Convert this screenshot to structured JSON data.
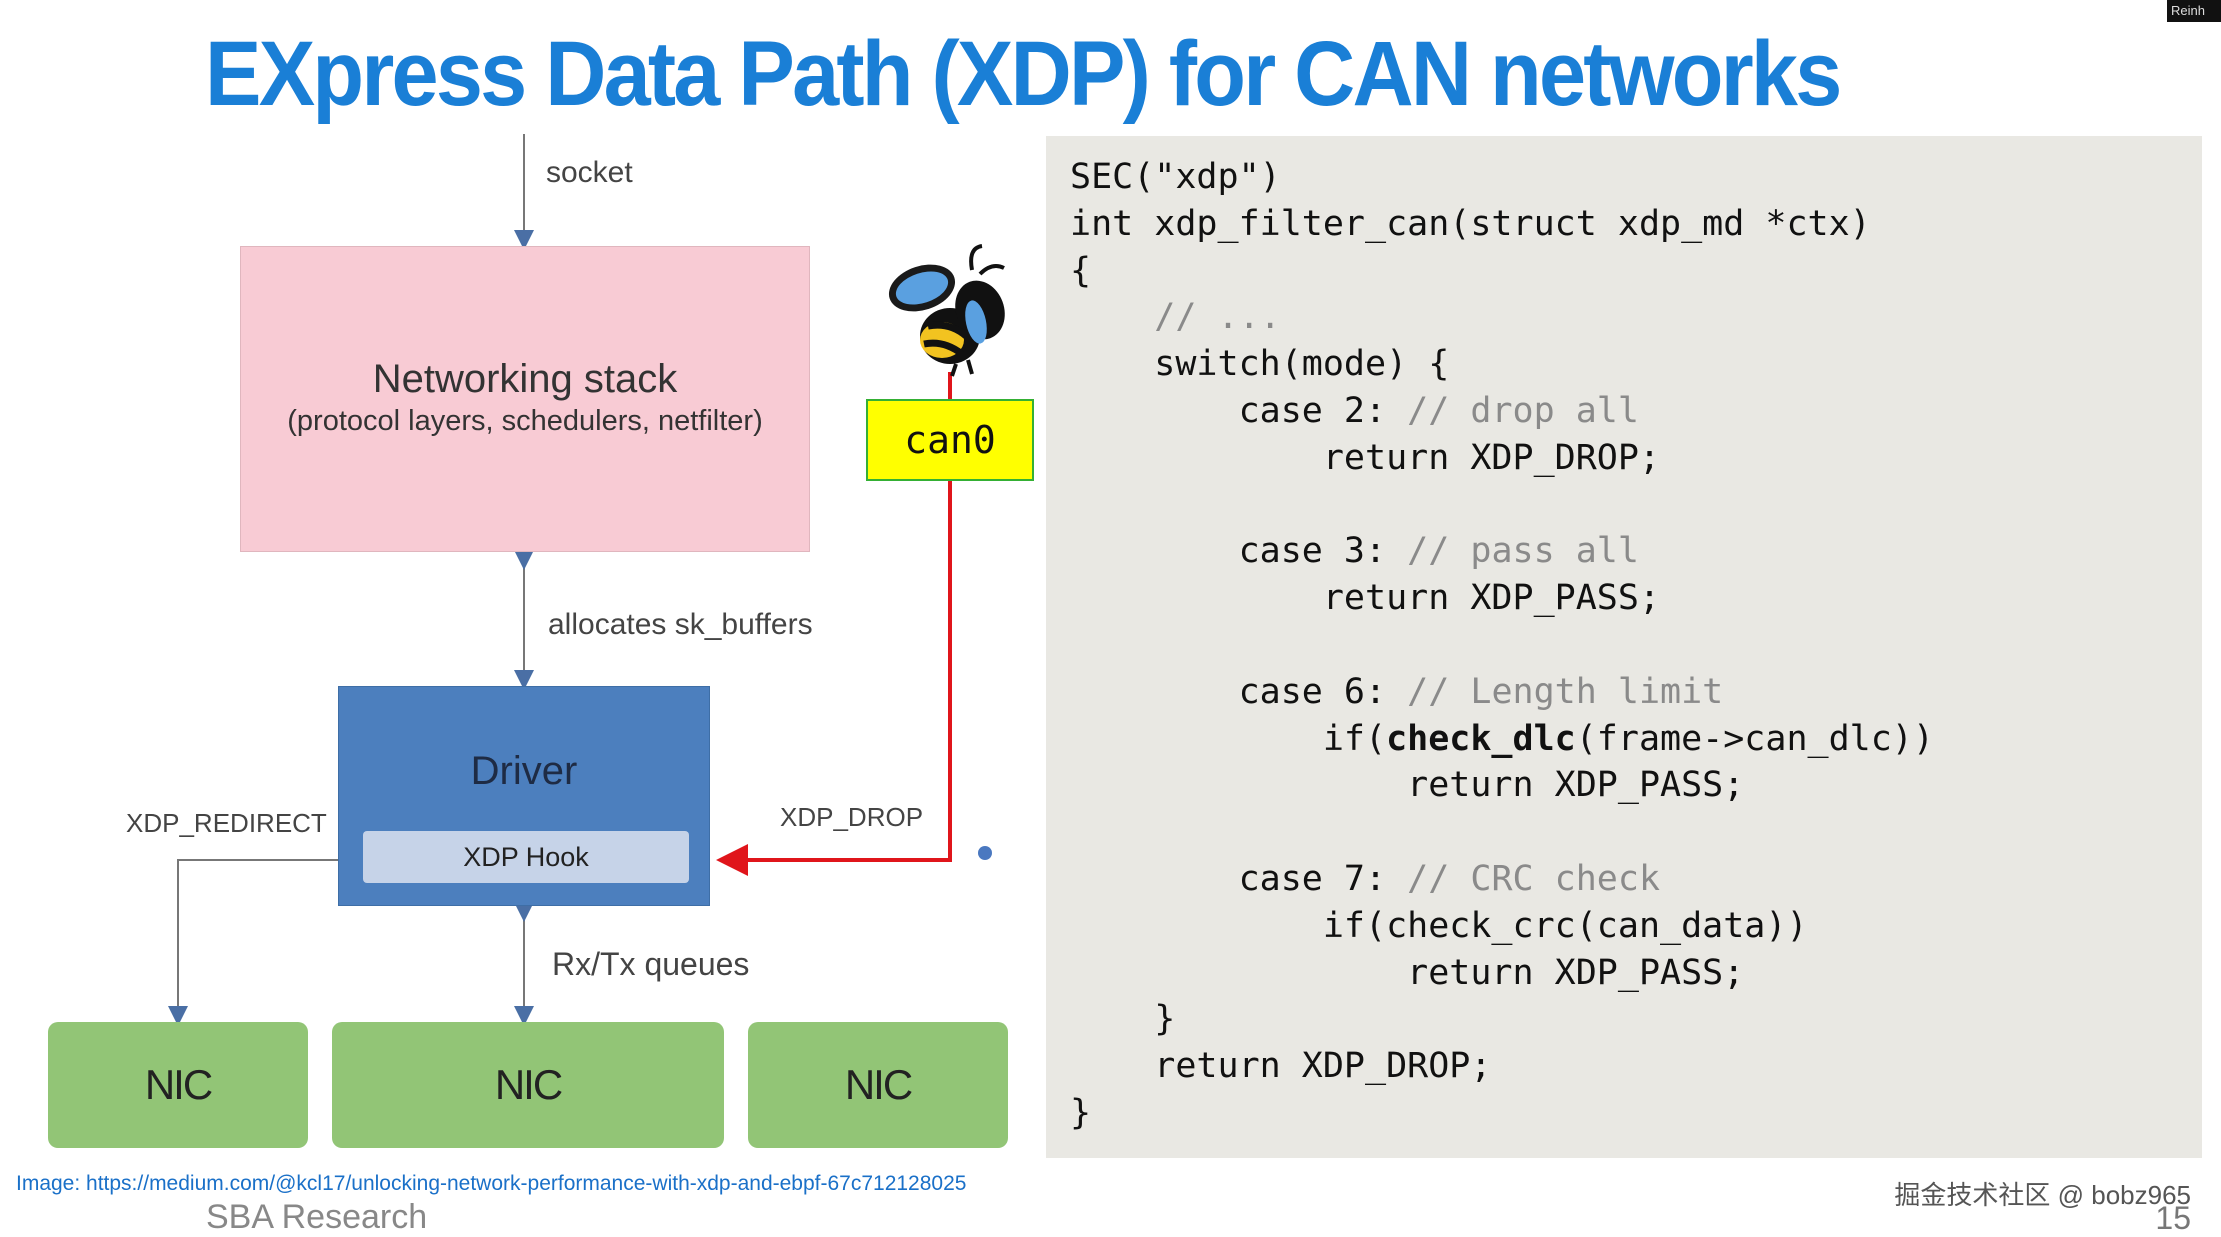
{
  "slide": {
    "title": "EXpress Data Path (XDP) for CAN networks",
    "corner_tag": "Reinh",
    "page_number": "15"
  },
  "diagram": {
    "socket_label": "socket",
    "networking_stack": {
      "title": "Networking stack",
      "subtitle": "(protocol layers, schedulers, netfilter)"
    },
    "allocates_label": "allocates sk_buffers",
    "driver": {
      "title": "Driver",
      "hook": "XDP Hook"
    },
    "xdp_redirect_label": "XDP_REDIRECT",
    "xdp_drop_label": "XDP_DROP",
    "rxtx_label": "Rx/Tx queues",
    "nics": [
      "NIC",
      "NIC",
      "NIC"
    ],
    "can0_label": "can0",
    "colors": {
      "stack": "#f8cbd4",
      "driver": "#4c7fbe",
      "nic": "#92c576",
      "can0": "#ffff00",
      "drop_path": "#e0151b",
      "title": "#1a7fd6"
    }
  },
  "code": {
    "lines": [
      [
        {
          "t": "SEC(\"xdp\")"
        }
      ],
      [
        {
          "t": "int xdp_filter_can(struct xdp_md *ctx)"
        }
      ],
      [
        {
          "t": "{"
        }
      ],
      [
        {
          "t": "    "
        },
        {
          "t": "// ...",
          "c": "c"
        }
      ],
      [
        {
          "t": "    switch(mode) {"
        }
      ],
      [
        {
          "t": "        case 2: "
        },
        {
          "t": "// drop all",
          "c": "c"
        }
      ],
      [
        {
          "t": "            return XDP_DROP;"
        }
      ],
      [
        {
          "t": ""
        }
      ],
      [
        {
          "t": "        case 3: "
        },
        {
          "t": "// pass all",
          "c": "c"
        }
      ],
      [
        {
          "t": "            return XDP_PASS;"
        }
      ],
      [
        {
          "t": ""
        }
      ],
      [
        {
          "t": "        case 6: "
        },
        {
          "t": "// Length limit",
          "c": "c"
        }
      ],
      [
        {
          "t": "            if("
        },
        {
          "t": "check_dlc",
          "c": "b"
        },
        {
          "t": "(frame->can_dlc))"
        }
      ],
      [
        {
          "t": "                return XDP_PASS;"
        }
      ],
      [
        {
          "t": ""
        }
      ],
      [
        {
          "t": "        case 7: "
        },
        {
          "t": "// CRC check",
          "c": "c"
        }
      ],
      [
        {
          "t": "            if(check_crc(can_data))"
        }
      ],
      [
        {
          "t": "                return XDP_PASS;"
        }
      ],
      [
        {
          "t": "    }"
        }
      ],
      [
        {
          "t": "    return XDP_DROP;"
        }
      ],
      [
        {
          "t": "}"
        }
      ]
    ]
  },
  "footer": {
    "image_credit": "Image: https://medium.com/@kcl17/unlocking-network-performance-with-xdp-and-ebpf-67c712128025",
    "organization": "SBA Research",
    "watermark": "掘金技术社区 @ bobz965"
  }
}
